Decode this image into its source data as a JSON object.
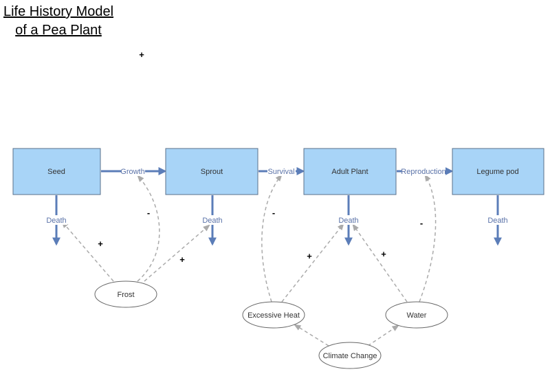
{
  "title": "Life History Model of a Pea Plant",
  "stocks": {
    "seed": "Seed",
    "sprout": "Sprout",
    "adult": "Adult Plant",
    "pod": "Legume pod"
  },
  "flows": {
    "growth": "Growth",
    "survival": "Survival",
    "reproduction": "Reproduction",
    "death_seed": "Death",
    "death_sprout": "Death",
    "death_adult": "Death",
    "death_pod": "Death"
  },
  "variables": {
    "frost": "Frost",
    "heat": "Excessive Heat",
    "water": "Water",
    "climate": "Climate Change"
  },
  "signs": {
    "stray": "+",
    "frost_growth": "-",
    "frost_death_seed": "+",
    "frost_death_sprout": "+",
    "heat_survival": "-",
    "heat_death_adult": "+",
    "water_death_adult": "+",
    "water_reproduction": "-"
  },
  "colors": {
    "stock_fill": "#a8d4f7",
    "stock_border": "#5a6f8a",
    "flow": "#5b7db8",
    "link": "#aaaaaa"
  }
}
